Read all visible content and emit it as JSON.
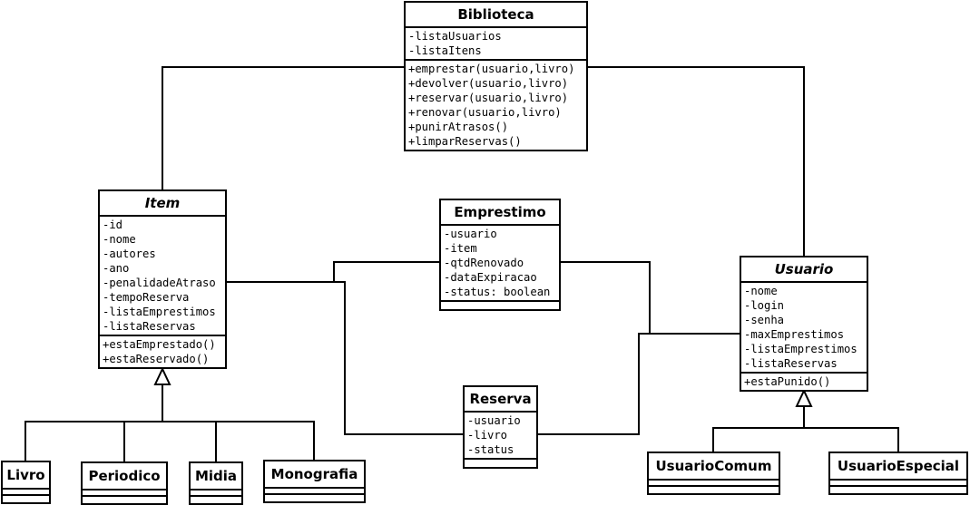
{
  "classes": {
    "biblioteca": {
      "name": "Biblioteca",
      "attributes": [
        "-listaUsuarios",
        "-listaItens"
      ],
      "methods": [
        "+emprestar(usuario,livro)",
        "+devolver(usuario,livro)",
        "+reservar(usuario,livro)",
        "+renovar(usuario,livro)",
        "+punirAtrasos()",
        "+limparReservas()"
      ]
    },
    "item": {
      "name": "Item",
      "abstract": true,
      "attributes": [
        "-id",
        "-nome",
        "-autores",
        "-ano",
        "-penalidadeAtraso",
        "-tempoReserva",
        "-listaEmprestimos",
        "-listaReservas"
      ],
      "methods": [
        "+estaEmprestado()",
        "+estaReservado()"
      ]
    },
    "emprestimo": {
      "name": "Emprestimo",
      "attributes": [
        "-usuario",
        "-item",
        "-qtdRenovado",
        "-dataExpiracao",
        "-status: boolean"
      ],
      "methods": []
    },
    "usuario": {
      "name": "Usuario",
      "abstract": true,
      "attributes": [
        "-nome",
        "-login",
        "-senha",
        "-maxEmprestimos",
        "-listaEmprestimos",
        "-listaReservas"
      ],
      "methods": [
        "+estaPunido()"
      ]
    },
    "reserva": {
      "name": "Reserva",
      "attributes": [
        "-usuario",
        "-livro",
        "-status"
      ],
      "methods": []
    },
    "livro": {
      "name": "Livro",
      "attributes": [],
      "methods": []
    },
    "periodico": {
      "name": "Periodico",
      "attributes": [],
      "methods": []
    },
    "midia": {
      "name": "Midia",
      "attributes": [],
      "methods": []
    },
    "monografia": {
      "name": "Monografia",
      "attributes": [],
      "methods": []
    },
    "usuarioComum": {
      "name": "UsuarioComum",
      "attributes": [],
      "methods": []
    },
    "usuarioEspecial": {
      "name": "UsuarioEspecial",
      "attributes": [],
      "methods": []
    }
  }
}
